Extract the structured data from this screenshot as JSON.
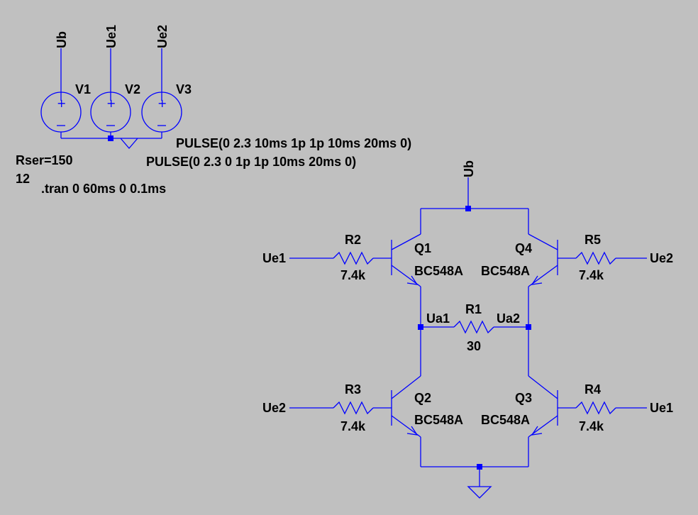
{
  "colors": {
    "background": "#c0c0c0",
    "wire": "#0000ff",
    "text": "#000000"
  },
  "nets": {
    "ub": "Ub",
    "ue1": "Ue1",
    "ue2": "Ue2",
    "ua1": "Ua1",
    "ua2": "Ua2"
  },
  "sources": [
    {
      "ref": "V1",
      "net": "Ub"
    },
    {
      "ref": "V2",
      "net": "Ue1"
    },
    {
      "ref": "V3",
      "net": "Ue2"
    }
  ],
  "directives": {
    "v3_value": "PULSE(0 2.3 10ms 1p 1p 10ms 20ms 0)",
    "v2_value": "PULSE(0 2.3 0 1p 1p 10ms 20ms 0)",
    "v1_rser": "Rser=150",
    "v1_value": "12",
    "tran": ".tran 0 60ms 0 0.1ms"
  },
  "transistors": [
    {
      "ref": "Q1",
      "model": "BC548A"
    },
    {
      "ref": "Q4",
      "model": "BC548A"
    },
    {
      "ref": "Q2",
      "model": "BC548A"
    },
    {
      "ref": "Q3",
      "model": "BC548A"
    }
  ],
  "resistors": [
    {
      "ref": "R2",
      "value": "7.4k"
    },
    {
      "ref": "R5",
      "value": "7.4k"
    },
    {
      "ref": "R1",
      "value": "30"
    },
    {
      "ref": "R3",
      "value": "7.4k"
    },
    {
      "ref": "R4",
      "value": "7.4k"
    }
  ]
}
